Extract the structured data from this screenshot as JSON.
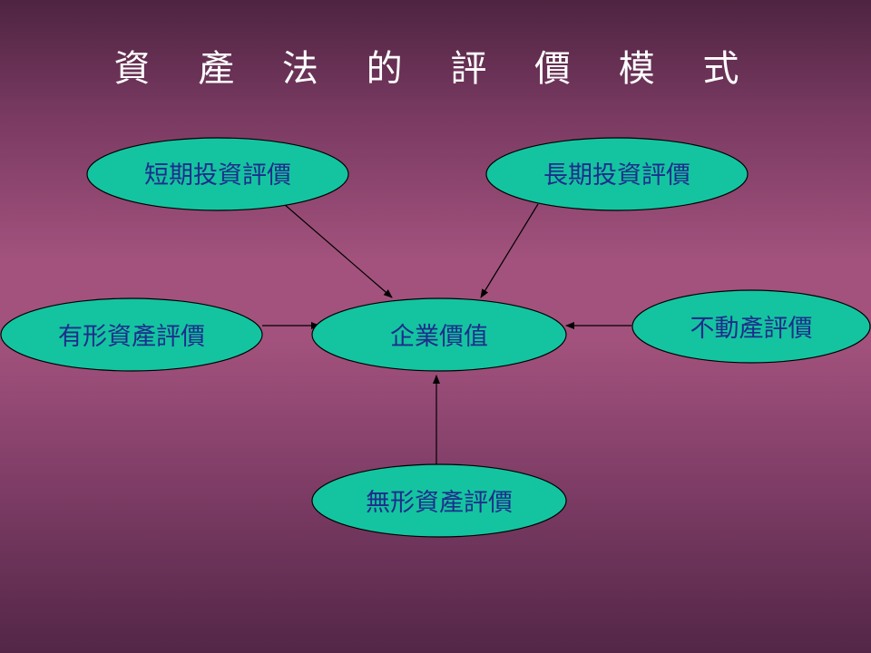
{
  "title": "資 產 法 的 評 價 模 式",
  "colors": {
    "node_fill": "#14c4a0",
    "node_stroke": "#000000",
    "label_text": "#1e2d8c",
    "title_text": "#ffffff",
    "arrow": "#000000"
  },
  "nodes": {
    "short_term": "短期投資評價",
    "long_term": "長期投資評價",
    "tangible": "有形資產評價",
    "center": "企業價值",
    "real_estate": "不動產評價",
    "intangible": "無形資產評價"
  }
}
